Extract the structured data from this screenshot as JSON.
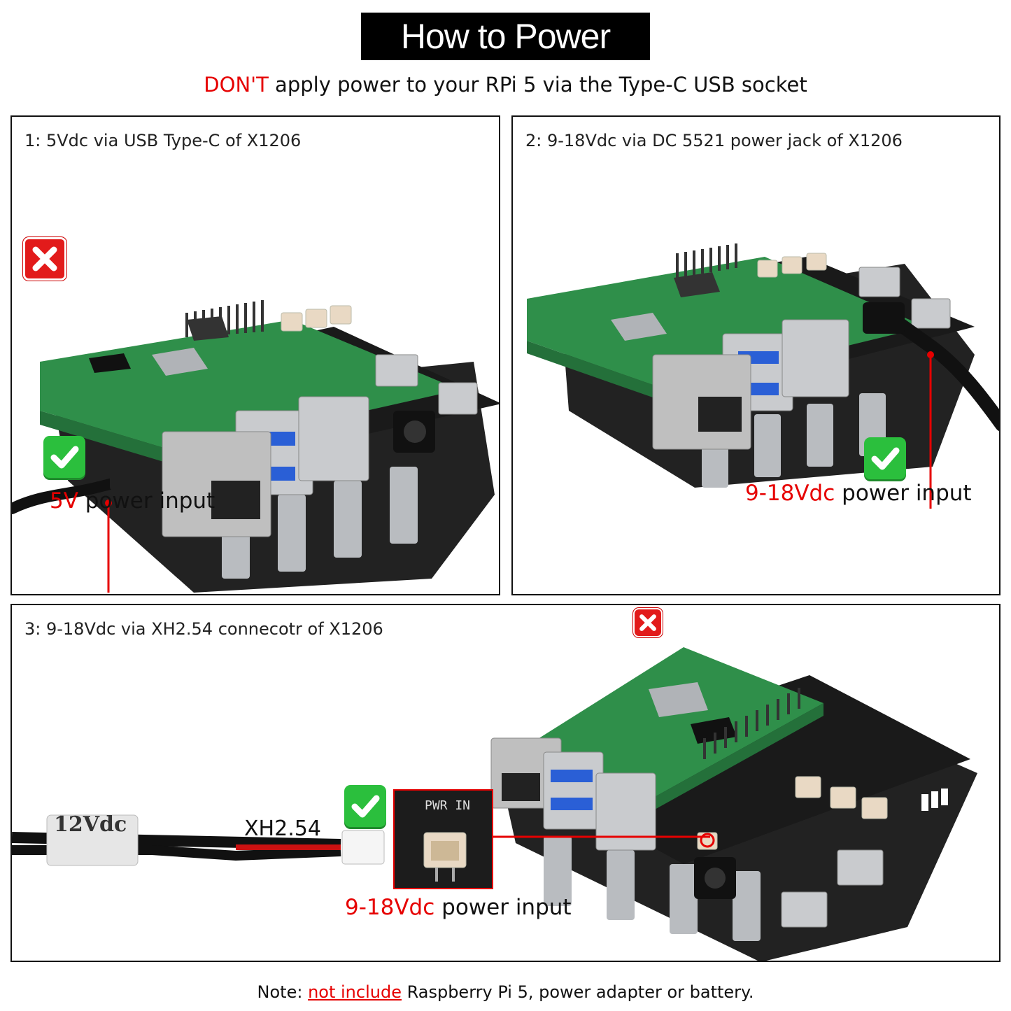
{
  "header": {
    "title": "How to Power",
    "warning_red": "DON'T",
    "warning_rest": " apply power to your RPi 5 via the Type-C USB socket"
  },
  "panels": [
    {
      "label": "1:  5Vdc via USB Type-C of X1206",
      "power_red": "5V",
      "power_rest": " power input"
    },
    {
      "label": "2:  9-18Vdc via DC 5521 power jack of X1206",
      "power_red": "9-18Vdc",
      "power_rest": " power input"
    },
    {
      "label": "3:  9-18Vdc via XH2.54 connecotr of X1206",
      "power_red": "9-18Vdc",
      "power_rest": " power input",
      "cable_tag": "12Vdc",
      "connector_label": "XH2.54",
      "closeup_label": "PWR IN"
    }
  ],
  "note": {
    "prefix": "Note: ",
    "highlight": "not include",
    "rest": " Raspberry Pi 5, power adapter or battery."
  },
  "colors": {
    "accent_red": "#e60000",
    "check_green": "#2bbf3d",
    "pcb_green": "#2f8f4a",
    "pcb_black": "#1a1a1a"
  },
  "icons": [
    "close-icon",
    "check-icon"
  ]
}
